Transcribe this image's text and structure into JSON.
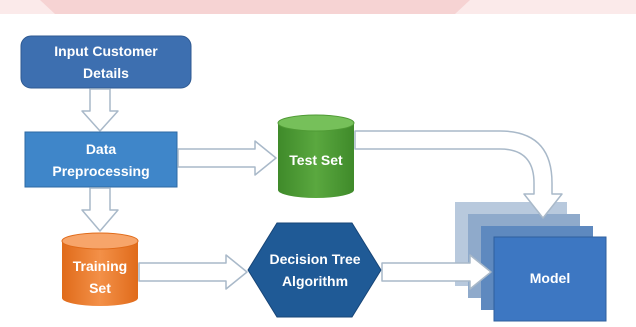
{
  "nodes": {
    "input": {
      "label": "Input Customer\nDetails",
      "fill": "#3d6fb0"
    },
    "preprocess": {
      "label": "Data\nPreprocessing",
      "fill": "#3f86c9"
    },
    "test_set": {
      "label": "Test Set",
      "fill": "#4f9a35"
    },
    "training_set": {
      "label": "Training\nSet",
      "fill": "#ec7c2c"
    },
    "decision_tree": {
      "label": "Decision Tree\nAlgorithm",
      "fill": "#1f5a96"
    },
    "model": {
      "label": "Model",
      "fill": "#3d77c2"
    }
  },
  "colors": {
    "arrow_fill": "#ffffff",
    "arrow_stroke": "#a9b9c9",
    "banner": "#f6d9d9"
  }
}
